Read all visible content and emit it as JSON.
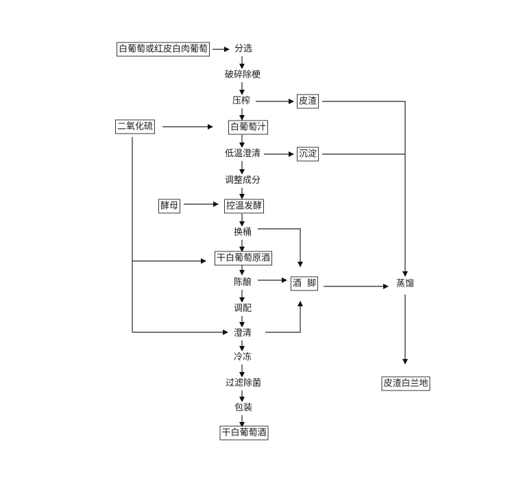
{
  "nodes": {
    "grape_input": "白葡萄或红皮白肉葡萄",
    "sorting": "分选",
    "crush_destem": "破碎除梗",
    "pressing": "压榨",
    "pomace": "皮渣",
    "so2": "二氧化硫",
    "white_juice": "白葡萄汁",
    "cold_clarify": "低温澄清",
    "sediment": "沉淀",
    "adjust": "调整成分",
    "yeast": "酵母",
    "ferment": "控温发酵",
    "racking": "换桶",
    "base_wine": "干白葡萄原酒",
    "aging": "陈酿",
    "lees": "酒  脚",
    "distill": "蒸馏",
    "blending": "调配",
    "clarify": "澄清",
    "freezing": "冷冻",
    "filter": "过滤除菌",
    "packaging": "包装",
    "dry_white": "干白葡萄酒",
    "brandy": "皮渣白兰地"
  }
}
